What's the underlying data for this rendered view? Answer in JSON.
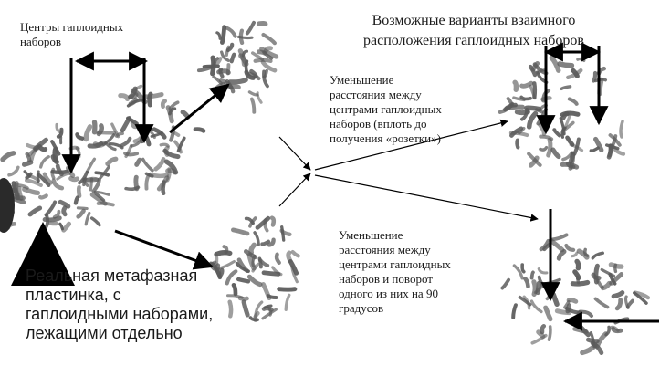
{
  "labels": {
    "haploid_centers": "Центры гаплоидных\nнаборов",
    "possible_variants": "Возможные варианты взаимного\nрасположения гаплоидных наборов",
    "rosette_variant": "Уменьшение\nрасстояния между\nцентрами гаплоидных\nнаборов (вплоть до\nполучения «розетки»)",
    "rotation_variant": "Уменьшение\nрасстояния между\nцентрами гаплоидных\nнаборов и поворот\nодного из них на 90\nградусов",
    "real_plate": "Реальная метафазная\nпластинка, с\nгаплоидными наборами,\nлежащими отдельно"
  },
  "colors": {
    "chromosome": "#5a5a5a",
    "arrow": "#000000",
    "text": "#1a1a1a"
  }
}
